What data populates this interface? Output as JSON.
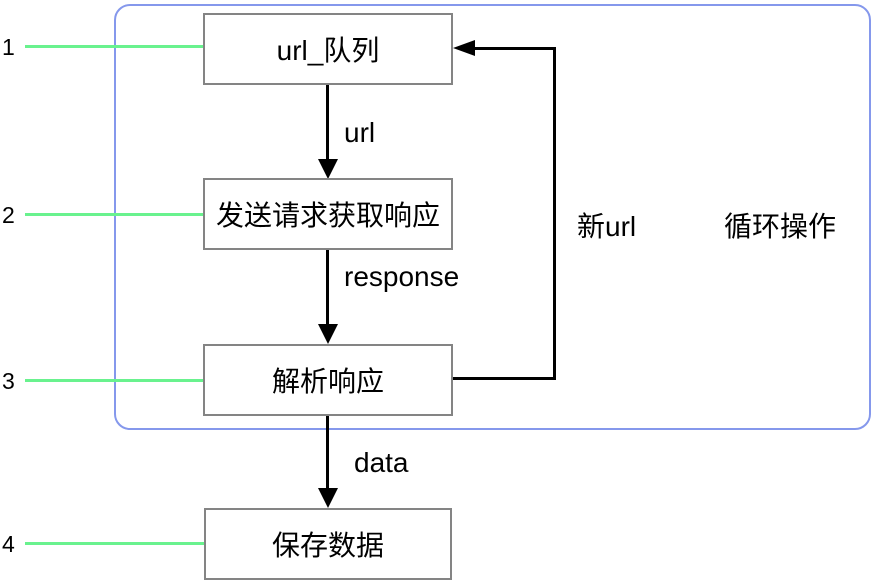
{
  "diagram": {
    "nodes": [
      {
        "step": "1",
        "label": "url_队列"
      },
      {
        "step": "2",
        "label": "发送请求获取响应"
      },
      {
        "step": "3",
        "label": "解析响应"
      },
      {
        "step": "4",
        "label": "保存数据"
      }
    ],
    "edge_labels": {
      "url": "url",
      "response": "response",
      "data": "data",
      "new_url": "新url"
    },
    "annotations": {
      "loop_operation": "循环操作"
    },
    "colors": {
      "step_connector_green": "#69F28E",
      "loop_region_blue": "#8598EC",
      "node_border_gray": "#848484",
      "flow_arrow_black": "#000000"
    }
  }
}
